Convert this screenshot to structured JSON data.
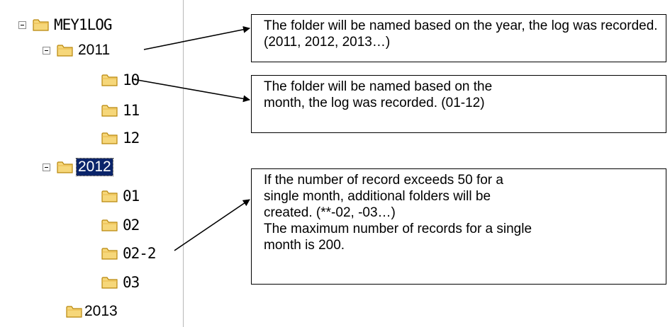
{
  "tree": {
    "root": {
      "label": "MEY1LOG"
    },
    "year_2011": {
      "label": "2011"
    },
    "month_10": {
      "label": "10"
    },
    "month_11": {
      "label": "11"
    },
    "month_12": {
      "label": "12"
    },
    "year_2012": {
      "label": "2012"
    },
    "month_01": {
      "label": "01"
    },
    "month_02": {
      "label": "02"
    },
    "month_02_2": {
      "label": "02-2"
    },
    "month_03": {
      "label": "03"
    },
    "year_2013": {
      "label": "2013"
    }
  },
  "callouts": {
    "year": "The folder will be named based on the year, the log was recorded. (2011, 2012, 2013…)",
    "month": "The folder will be named based on the month, the log was recorded. (01-12)",
    "extra_line1": "If the number of record exceeds 50 for a single month, additional folders will be created. (**-02, -03…)",
    "extra_line2": "The maximum number of records for a single month is 200."
  },
  "colors": {
    "folder_fill": "#f6d77a",
    "folder_stroke": "#b8860b",
    "selection": "#0a246a"
  },
  "icons": [
    "expand-collapse-minus-icon",
    "folder-icon"
  ]
}
